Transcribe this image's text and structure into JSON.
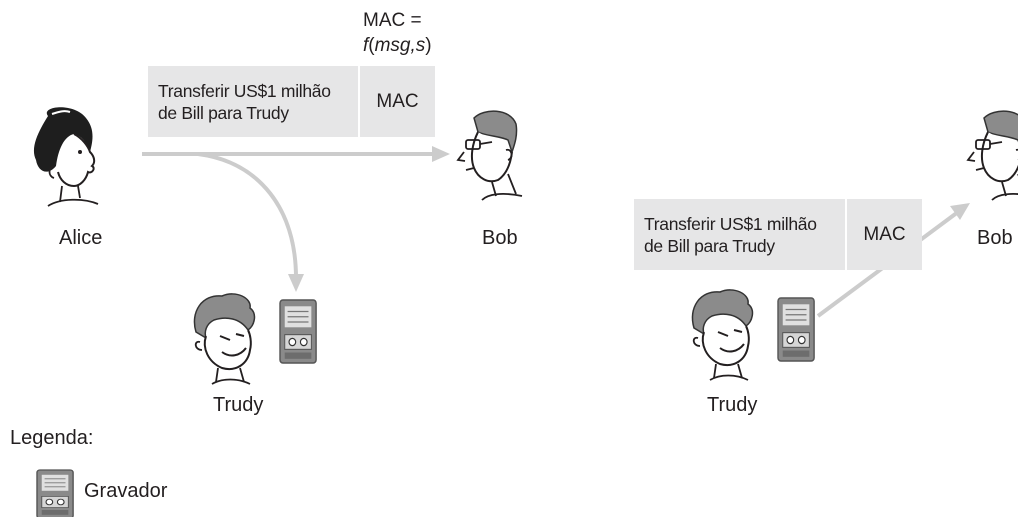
{
  "labels": {
    "alice": "Alice",
    "bob_left": "Bob",
    "trudy_left": "Trudy",
    "bob_right": "Bob",
    "trudy_right": "Trudy"
  },
  "formula": {
    "line1": "MAC =",
    "func": "f",
    "open": "(",
    "args": "msg,s",
    "close": ")"
  },
  "message_left": {
    "text": "Transferir US$1 milhão\nde Bill para Trudy",
    "tag": "MAC"
  },
  "message_right": {
    "text": "Transferir US$1 milhão\nde Bill para Trudy",
    "tag": "MAC"
  },
  "legend": {
    "title": "Legenda:",
    "recorder_label": "Gravador"
  },
  "colors": {
    "arrow": "#cccccc",
    "box": "#e6e6e7",
    "hair": "#3a3a3a",
    "recorder": "#8a8a8a"
  },
  "icons": [
    "alice-figure",
    "bob-figure",
    "trudy-figure",
    "recorder-icon",
    "arrow"
  ]
}
